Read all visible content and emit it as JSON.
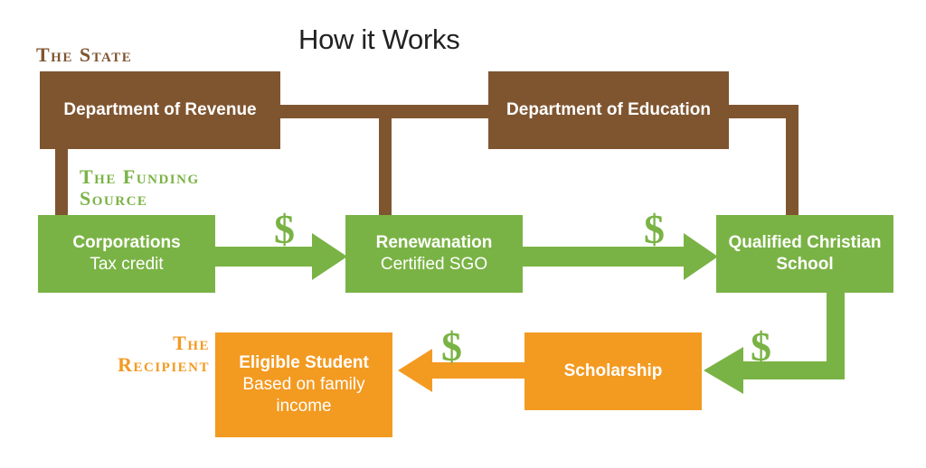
{
  "title": "How it Works",
  "sections": {
    "state": "The State",
    "funding_source": "The Funding Source",
    "recipient": "The Recipient"
  },
  "boxes": {
    "dept_revenue": {
      "label": "Department of Revenue"
    },
    "dept_education": {
      "label": "Department of Education"
    },
    "corporations": {
      "label": "Corporations",
      "sub": "Tax credit"
    },
    "renewanation": {
      "label": "Renewanation",
      "sub": "Certified SGO"
    },
    "school": {
      "label": "Qualified Christian School"
    },
    "scholarship": {
      "label": "Scholarship"
    },
    "student": {
      "label": "Eligible Student",
      "sub": "Based on family income"
    }
  },
  "money_symbol": "$",
  "colors": {
    "state": "#7f5530",
    "funding": "#7ab345",
    "recipient": "#f39a21"
  }
}
